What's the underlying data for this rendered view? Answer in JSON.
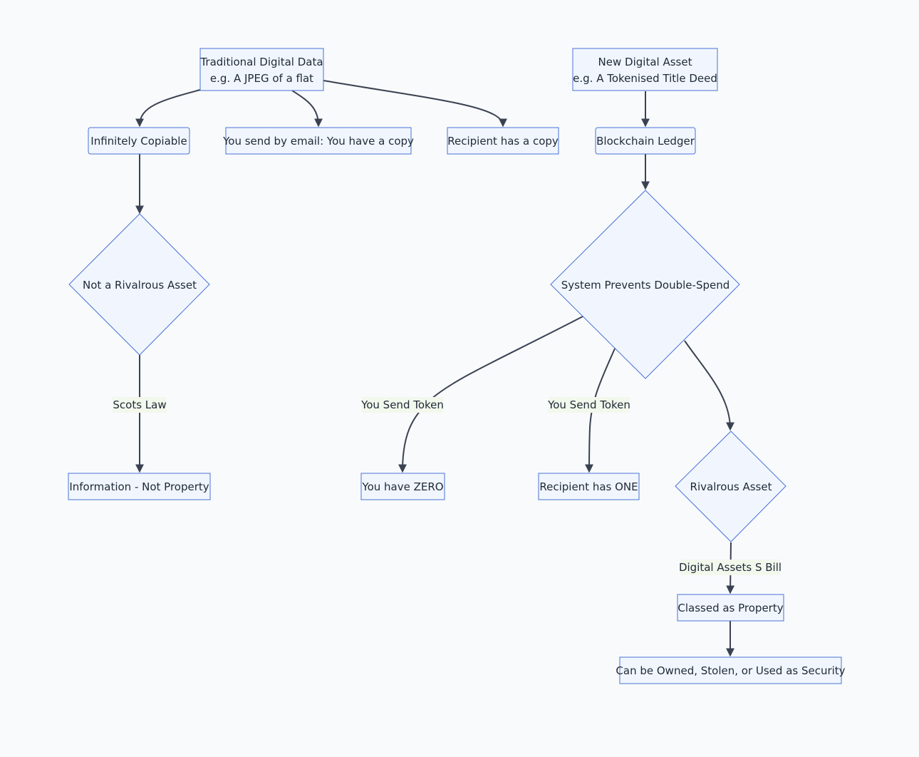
{
  "nodes": {
    "traditional": {
      "lines": [
        "Traditional Digital Data",
        "e.g. A JPEG of a flat"
      ]
    },
    "new_asset": {
      "lines": [
        "New Digital Asset",
        "e.g. A Tokenised Title Deed"
      ]
    },
    "infinitely_copiable": {
      "lines": [
        "Infinitely Copiable"
      ]
    },
    "you_send_email": {
      "lines": [
        "You send by email: You have a copy"
      ]
    },
    "recipient_copy": {
      "lines": [
        "Recipient has a copy"
      ]
    },
    "blockchain": {
      "lines": [
        "Blockchain Ledger"
      ]
    },
    "not_rivalrous": {
      "lines": [
        "Not a Rivalrous Asset"
      ]
    },
    "double_spend": {
      "lines": [
        "System Prevents Double-Spend"
      ]
    },
    "info_not_property": {
      "lines": [
        "Information - Not Property"
      ]
    },
    "you_zero": {
      "lines": [
        "You have ZERO"
      ]
    },
    "recipient_one": {
      "lines": [
        "Recipient has ONE"
      ]
    },
    "rivalrous": {
      "lines": [
        "Rivalrous Asset"
      ]
    },
    "classed_property": {
      "lines": [
        "Classed as Property"
      ]
    },
    "can_be_owned": {
      "lines": [
        "Can be Owned, Stolen, or Used as Security"
      ]
    }
  },
  "edge_labels": {
    "scots_law": "Scots Law",
    "send_token_a": "You Send Token",
    "send_token_b": "You Send Token",
    "digital_assets_bill": "Digital Assets S Bill"
  }
}
